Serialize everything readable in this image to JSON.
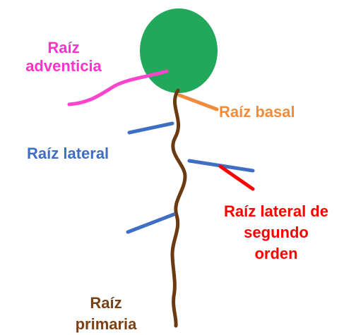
{
  "labels": {
    "adventitious": {
      "lines": [
        "Raíz",
        "adventicia"
      ],
      "color": "#ff33cc"
    },
    "basal": {
      "lines": [
        "Raíz basal"
      ],
      "color": "#f28c3a"
    },
    "lateral": {
      "lines": [
        "Raíz lateral"
      ],
      "color": "#3f6fc4"
    },
    "second_order_lateral": {
      "lines": [
        "Raíz lateral de",
        "segundo",
        "orden"
      ],
      "color": "#ff0000"
    },
    "primary": {
      "lines": [
        "Raíz",
        "primaria"
      ],
      "color": "#7a4116"
    }
  },
  "colors": {
    "seed": "#22a85a",
    "primary_root": "#6b3a10",
    "adventitious_root": "#ff44cc",
    "basal_root": "#f08a3c",
    "lateral_root": "#3f6fc4",
    "second_order_root": "#ff0000"
  }
}
